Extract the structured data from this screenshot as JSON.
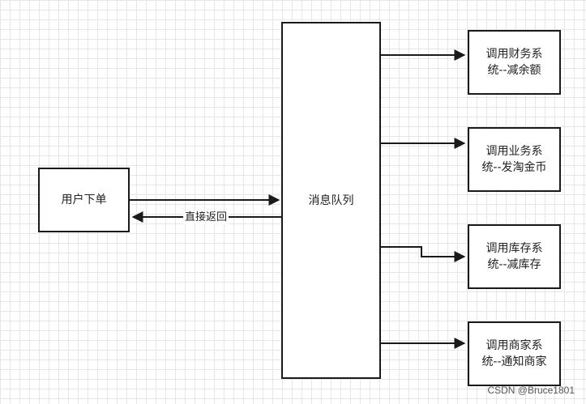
{
  "nodes": {
    "user_order": "用户下单",
    "queue": "消息队列",
    "finance": "调用财务系\n统--减余额",
    "business": "调用业务系\n统--发淘金币",
    "inventory": "调用库存系\n统--减库存",
    "merchant": "调用商家系\n统--通知商家"
  },
  "edges": {
    "return_label": "直接返回"
  },
  "watermark": "CSDN @Bruce1801",
  "colors": {
    "stroke": "#1a1a1a",
    "grid": "#e6e6e6"
  }
}
